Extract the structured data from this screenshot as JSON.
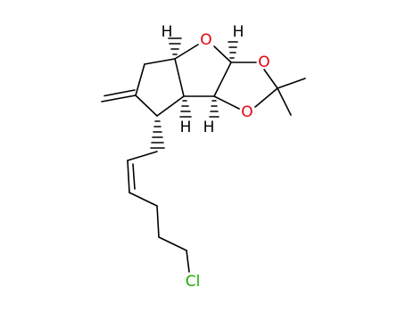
{
  "molecule": {
    "atoms": [
      {
        "id": "O1",
        "element": "O",
        "label": "O",
        "color": "#e8000b"
      },
      {
        "id": "O2",
        "element": "O",
        "label": "O",
        "color": "#e8000b"
      },
      {
        "id": "O3",
        "element": "O",
        "label": "O",
        "color": "#e8000b"
      },
      {
        "id": "Cl",
        "element": "Cl",
        "label": "Cl",
        "color": "#1faa00"
      },
      {
        "id": "H1",
        "element": "H",
        "label": "H",
        "color": "#000000"
      },
      {
        "id": "H2",
        "element": "H",
        "label": "H",
        "color": "#000000"
      },
      {
        "id": "H3",
        "element": "H",
        "label": "H",
        "color": "#000000"
      },
      {
        "id": "H4",
        "element": "H",
        "label": "H",
        "color": "#000000"
      }
    ],
    "bond_color": "#000000"
  }
}
